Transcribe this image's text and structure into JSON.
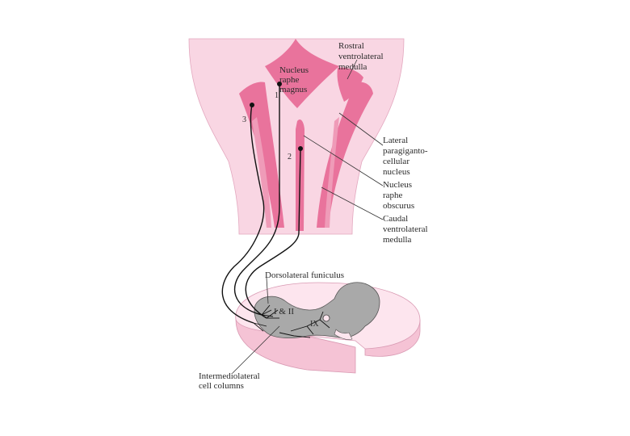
{
  "colors": {
    "brainstem_fill": "#f9d6e3",
    "nucleus_fill": "#e9739c",
    "cord_white_matter": "#fde5ee",
    "cord_grey_matter": "#a9a9a9",
    "fiber": "#111111"
  },
  "labels": {
    "rvlm": [
      "Rostral",
      "ventrolateral",
      "medulla"
    ],
    "raphe_magnus": [
      "Nucleus",
      "raphe",
      "magnus"
    ],
    "lateral_paragigantocellular": [
      "Lateral",
      "paragiganto-",
      "cellular",
      "nucleus"
    ],
    "raphe_obscurus": [
      "Nucleus",
      "raphe",
      "obscurus"
    ],
    "cvlm": [
      "Caudal",
      "ventrolateral",
      "medulla"
    ],
    "dorsolateral_funiculus": "Dorsolateral funiculus",
    "laminae_1_2": "I & II",
    "lamina_9": "IX",
    "intermediolateral": [
      "Intermediolateral",
      "cell columns"
    ]
  },
  "pathway_numbers": [
    "1",
    "2",
    "3"
  ]
}
